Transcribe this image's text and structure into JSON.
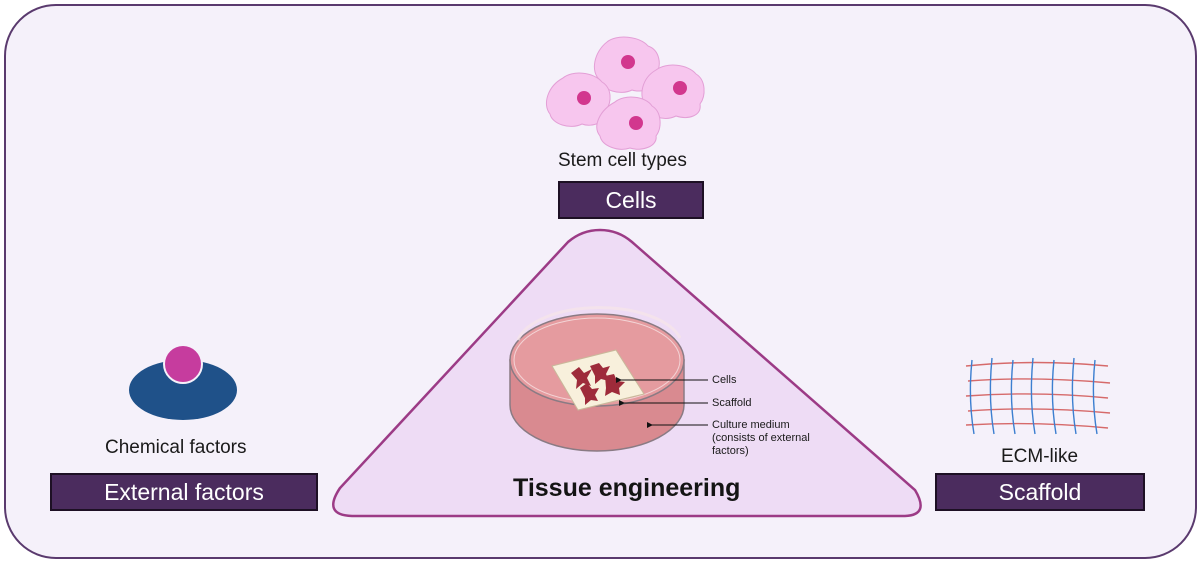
{
  "cells": {
    "caption": "Stem cell types",
    "label": "Cells"
  },
  "external": {
    "caption": "Chemical factors",
    "label": "External factors"
  },
  "scaffold": {
    "caption": "ECM-like",
    "label": "Scaffold"
  },
  "center": {
    "title": "Tissue engineering",
    "annotations": {
      "cells": "Cells",
      "scaffold": "Scaffold",
      "medium_line1": "Culture medium",
      "medium_line2": "(consists of external",
      "medium_line3": "factors)"
    }
  },
  "colors": {
    "frame_border": "#5a3a6e",
    "background": "#f5f1fa",
    "label_fill": "#4b2c5e",
    "triangle_fill": "#eedcf5",
    "triangle_border": "#9c3b86",
    "cell_body": "#f7c6ee",
    "cell_nucleus": "#d2378e",
    "receptor": "#1f5189",
    "ligand": "#c63c9e",
    "medium": "#e59b9f",
    "mesh_blue": "#3c7fd0",
    "mesh_red": "#d66a6a"
  },
  "icons": [
    "stem-cell-icon",
    "receptor-ligand-icon",
    "ecm-scaffold-icon",
    "petri-dish-icon"
  ]
}
